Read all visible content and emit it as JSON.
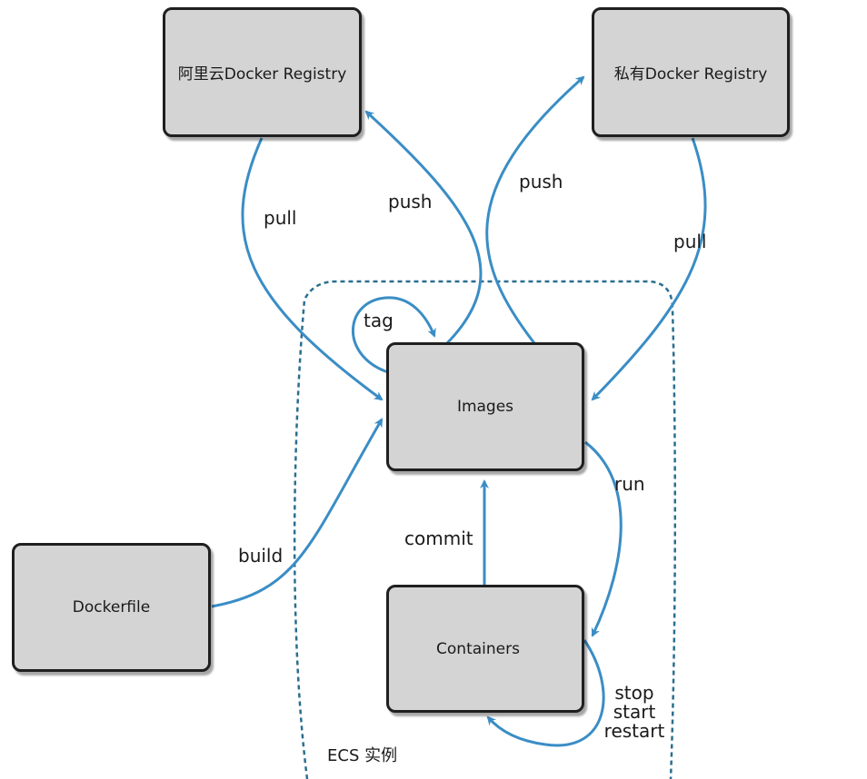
{
  "colors": {
    "arrow": "#3a8dc5",
    "region_border": "#2a6f8f",
    "box_fill": "#d4d4d4",
    "box_border": "#1f1f1f"
  },
  "nodes": {
    "aliyun_registry": "阿里云Docker Registry",
    "private_registry": "私有Docker Registry",
    "images": "Images",
    "containers": "Containers",
    "dockerfile": "Dockerfile"
  },
  "edges": {
    "pull_aliyun": "pull",
    "push_aliyun": "push",
    "push_private": "push",
    "pull_private": "pull",
    "tag": "tag",
    "run": "run",
    "commit": "commit",
    "build": "build",
    "lifecycle": [
      "stop",
      "start",
      "restart"
    ]
  },
  "region": {
    "label": "ECS 实例"
  },
  "cursor_icon": "mouse-pointer-icon"
}
